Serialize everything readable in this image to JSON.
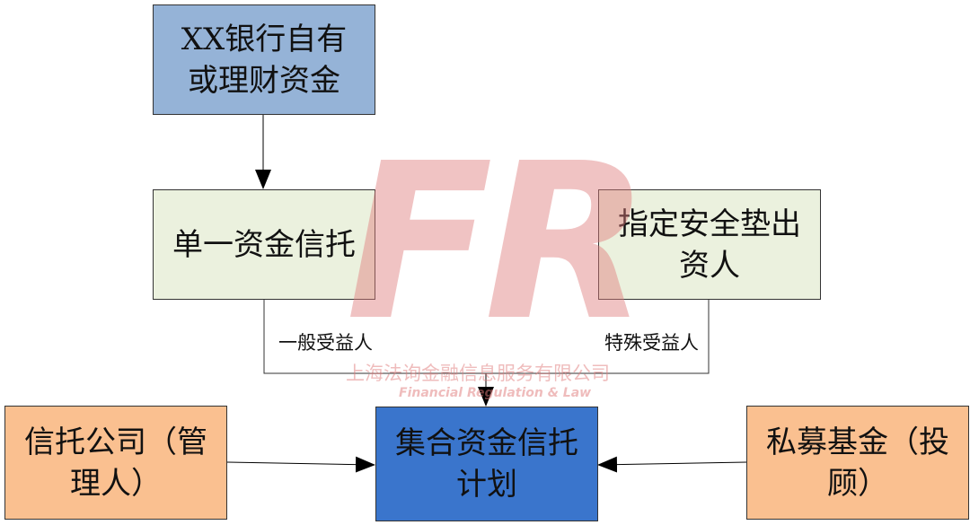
{
  "nodes": {
    "source": "XX银行自有或理财资金",
    "single_trust": "单一资金信托",
    "safety_investor": "指定安全垫出资人",
    "collective_trust": "集合资金信托计划",
    "trust_company": "信托公司（管理人）",
    "private_fund": "私募基金（投顾）"
  },
  "edge_labels": {
    "general": "一般受益人",
    "special": "特殊受益人"
  },
  "watermark": {
    "logo": "FR",
    "company": "上海法询金融信息服务有限公司",
    "tagline": "Financial Regulation & Law"
  },
  "colors": {
    "source": "#95b3d7",
    "light": "#ebf1de",
    "collective": "#3a75cc",
    "side": "#fac090",
    "watermark": "#e07c7c"
  }
}
